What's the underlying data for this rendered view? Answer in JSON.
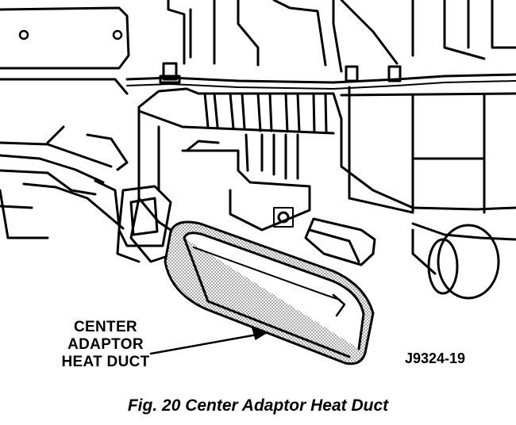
{
  "callout": {
    "line1": "CENTER",
    "line2": "ADAPTOR",
    "line3": "HEAT DUCT"
  },
  "figure_id": "J9324-19",
  "caption": "Fig. 20 Center Adaptor Heat Duct"
}
